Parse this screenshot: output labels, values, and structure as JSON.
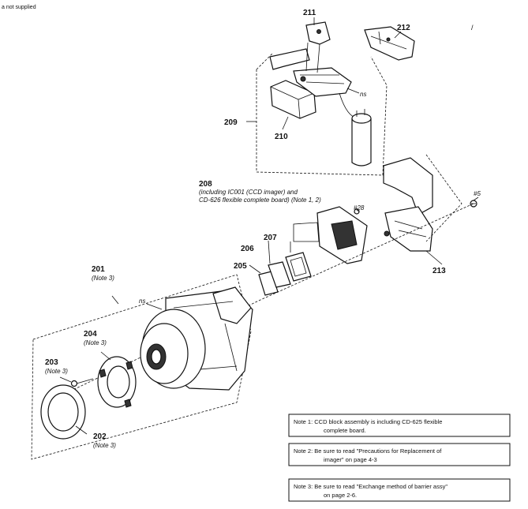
{
  "legend": "a not supplied",
  "parts": {
    "p201": "201",
    "p201_note": "(Note 3)",
    "p202": "202",
    "p202_note": "(Note 3)",
    "p203": "203",
    "p203_note": "(Note 3)",
    "p204": "204",
    "p204_note": "(Note 3)",
    "p205": "205",
    "p206": "206",
    "p207": "207",
    "p208": "208",
    "p208_desc1": "(including IC001 (CCD imager) and",
    "p208_desc2": "CD-626 flexible complete board) (Note 1, 2)",
    "p209": "209",
    "p210": "210",
    "p211": "211",
    "p212": "212",
    "p213": "213",
    "s5": "#5",
    "s28": "#28",
    "ns1": "ns",
    "ns2": "ns"
  },
  "notes": {
    "note1_line1": "Note 1: CCD block assembly is including CD-625 flexible",
    "note1_line2": "complete board.",
    "note2_line1": "Note 2: Be sure to read \"Precautions for Replacement of",
    "note2_line2": "imager\" on page 4-3",
    "note3_line1": "Note 3: Be sure to read \"Exchange method of barrier assy\"",
    "note3_line2": "on page 2-6."
  }
}
